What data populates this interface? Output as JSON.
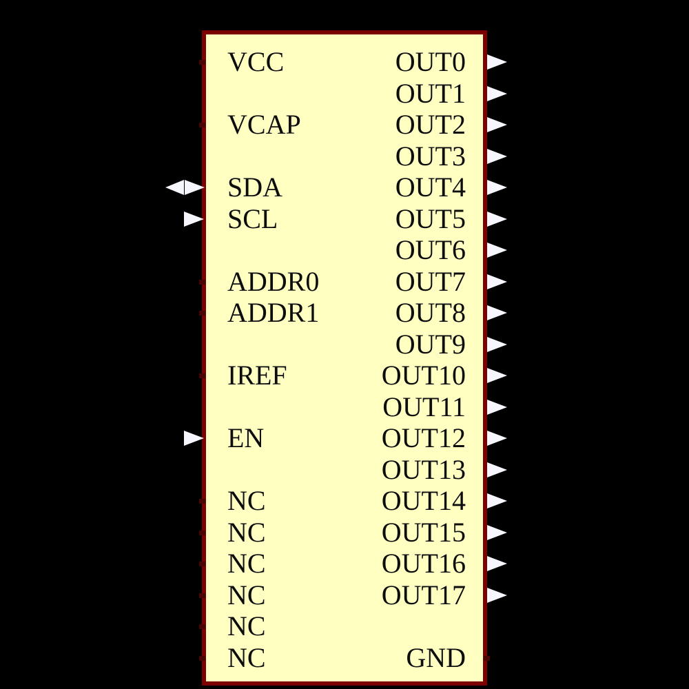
{
  "canvas": {
    "background": "#000000"
  },
  "component": {
    "kind": "schematic-ic-symbol",
    "body_fill": "#ffffc2",
    "body_border": "#7c0000",
    "arrow_color": "#f6f6ff",
    "stub_color": "#4a0404",
    "text_color": "#0d0d0d",
    "left_pins": [
      {
        "label": "VCC",
        "row": 0,
        "type": "stub"
      },
      {
        "label": "VCAP",
        "row": 2,
        "type": "stub"
      },
      {
        "label": "SDA",
        "row": 4,
        "type": "bidir"
      },
      {
        "label": "SCL",
        "row": 5,
        "type": "input"
      },
      {
        "label": "ADDR0",
        "row": 7,
        "type": "stub"
      },
      {
        "label": "ADDR1",
        "row": 8,
        "type": "stub"
      },
      {
        "label": "IREF",
        "row": 10,
        "type": "stub"
      },
      {
        "label": "EN",
        "row": 12,
        "type": "input"
      },
      {
        "label": "NC",
        "row": 14,
        "type": "stub"
      },
      {
        "label": "NC",
        "row": 15,
        "type": "stub"
      },
      {
        "label": "NC",
        "row": 16,
        "type": "stub"
      },
      {
        "label": "NC",
        "row": 17,
        "type": "stub"
      },
      {
        "label": "NC",
        "row": 18,
        "type": "stub"
      },
      {
        "label": "NC",
        "row": 19,
        "type": "stub"
      }
    ],
    "right_pins": [
      {
        "label": "OUT0",
        "row": 0,
        "type": "output"
      },
      {
        "label": "OUT1",
        "row": 1,
        "type": "output"
      },
      {
        "label": "OUT2",
        "row": 2,
        "type": "output"
      },
      {
        "label": "OUT3",
        "row": 3,
        "type": "output"
      },
      {
        "label": "OUT4",
        "row": 4,
        "type": "output"
      },
      {
        "label": "OUT5",
        "row": 5,
        "type": "output"
      },
      {
        "label": "OUT6",
        "row": 6,
        "type": "output"
      },
      {
        "label": "OUT7",
        "row": 7,
        "type": "output"
      },
      {
        "label": "OUT8",
        "row": 8,
        "type": "output"
      },
      {
        "label": "OUT9",
        "row": 9,
        "type": "output"
      },
      {
        "label": "OUT10",
        "row": 10,
        "type": "output"
      },
      {
        "label": "OUT11",
        "row": 11,
        "type": "output"
      },
      {
        "label": "OUT12",
        "row": 12,
        "type": "output"
      },
      {
        "label": "OUT13",
        "row": 13,
        "type": "output"
      },
      {
        "label": "OUT14",
        "row": 14,
        "type": "output"
      },
      {
        "label": "OUT15",
        "row": 15,
        "type": "output"
      },
      {
        "label": "OUT16",
        "row": 16,
        "type": "output"
      },
      {
        "label": "OUT17",
        "row": 17,
        "type": "output"
      },
      {
        "label": "GND",
        "row": 19,
        "type": "stub"
      }
    ]
  }
}
